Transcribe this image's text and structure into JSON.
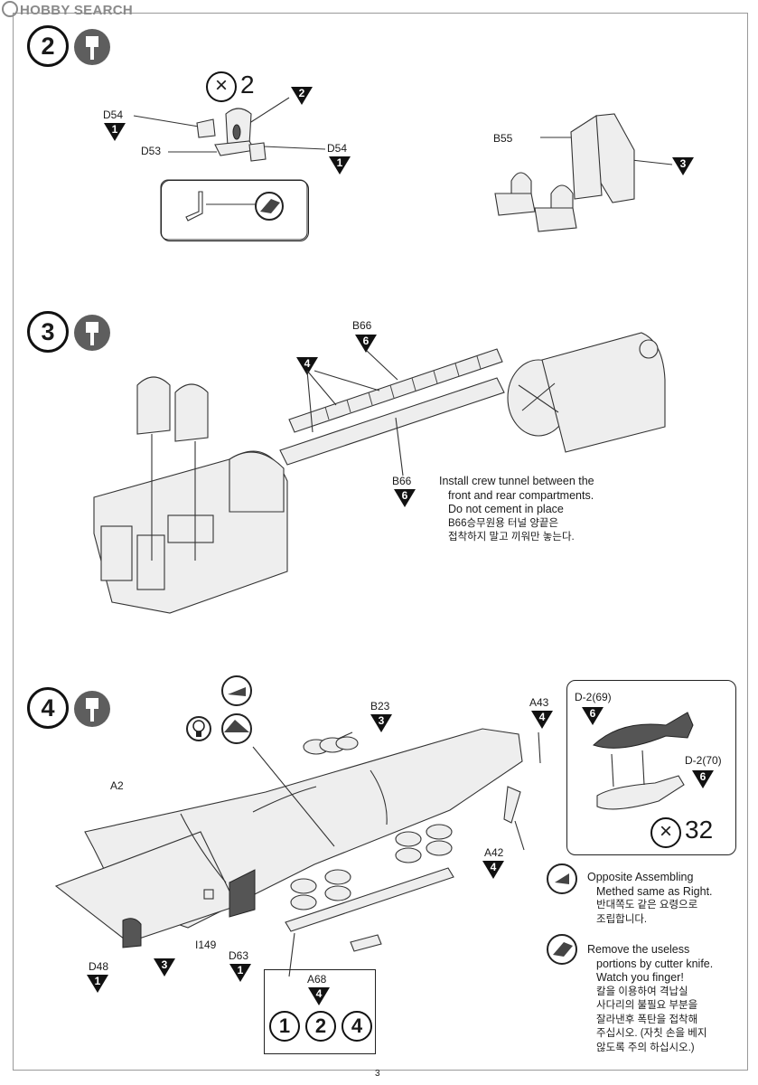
{
  "watermark": "HOBBY SEARCH",
  "page_number": "3",
  "steps": [
    {
      "number": "2"
    },
    {
      "number": "3"
    },
    {
      "number": "4"
    }
  ],
  "step2": {
    "qty_mark": "2",
    "parts": {
      "d54_left": "D54",
      "d53": "D53",
      "d54_right": "D54",
      "b55": "B55"
    },
    "flags": {
      "f1": "1",
      "f2": "2",
      "f1b": "1",
      "f3": "3"
    }
  },
  "step3": {
    "parts": {
      "b66_top": "B66",
      "b66_bottom": "B66"
    },
    "flags": {
      "f4": "4",
      "f6a": "6",
      "f6b": "6"
    },
    "note": {
      "line1": "Install crew tunnel between the",
      "line2": "front and rear compartments.",
      "line3": "Do not cement in place",
      "line4": "B66승무원용 터널 양끝은",
      "line5": "접착하지 말고 끼워만 놓는다."
    }
  },
  "step4": {
    "parts": {
      "b23": "B23",
      "a43": "A43",
      "a2": "A2",
      "a42": "A42",
      "i149": "I149",
      "d48": "D48",
      "d63": "D63",
      "a68": "A68",
      "d2_69": "D-2(69)",
      "d2_70": "D-2(70)"
    },
    "flags": {
      "b23": "3",
      "a43": "4",
      "a42": "4",
      "d48": "1",
      "d63": "1",
      "front": "3",
      "a68": "4",
      "d69": "6",
      "d70": "6"
    },
    "bomb_qty": "32",
    "a68_options": [
      "1",
      "2",
      "4"
    ],
    "note_opposite": {
      "line1": "Opposite Assembling",
      "line2": "Methed same as Right.",
      "line3": "반대쪽도 같은 요령으로",
      "line4": "조립합니다."
    },
    "note_remove": {
      "line1": "Remove the useless",
      "line2": "portions by cutter knife.",
      "line3": "Watch you finger!",
      "line4": "칼을 이용하여 격납실",
      "line5": "사다리의 불필요 부분을",
      "line6": "잘라낸후 폭탄을 접착해",
      "line7": "주십시오. (자칫 손을 베지",
      "line8": "않도록 주의 하십시오.)"
    }
  }
}
